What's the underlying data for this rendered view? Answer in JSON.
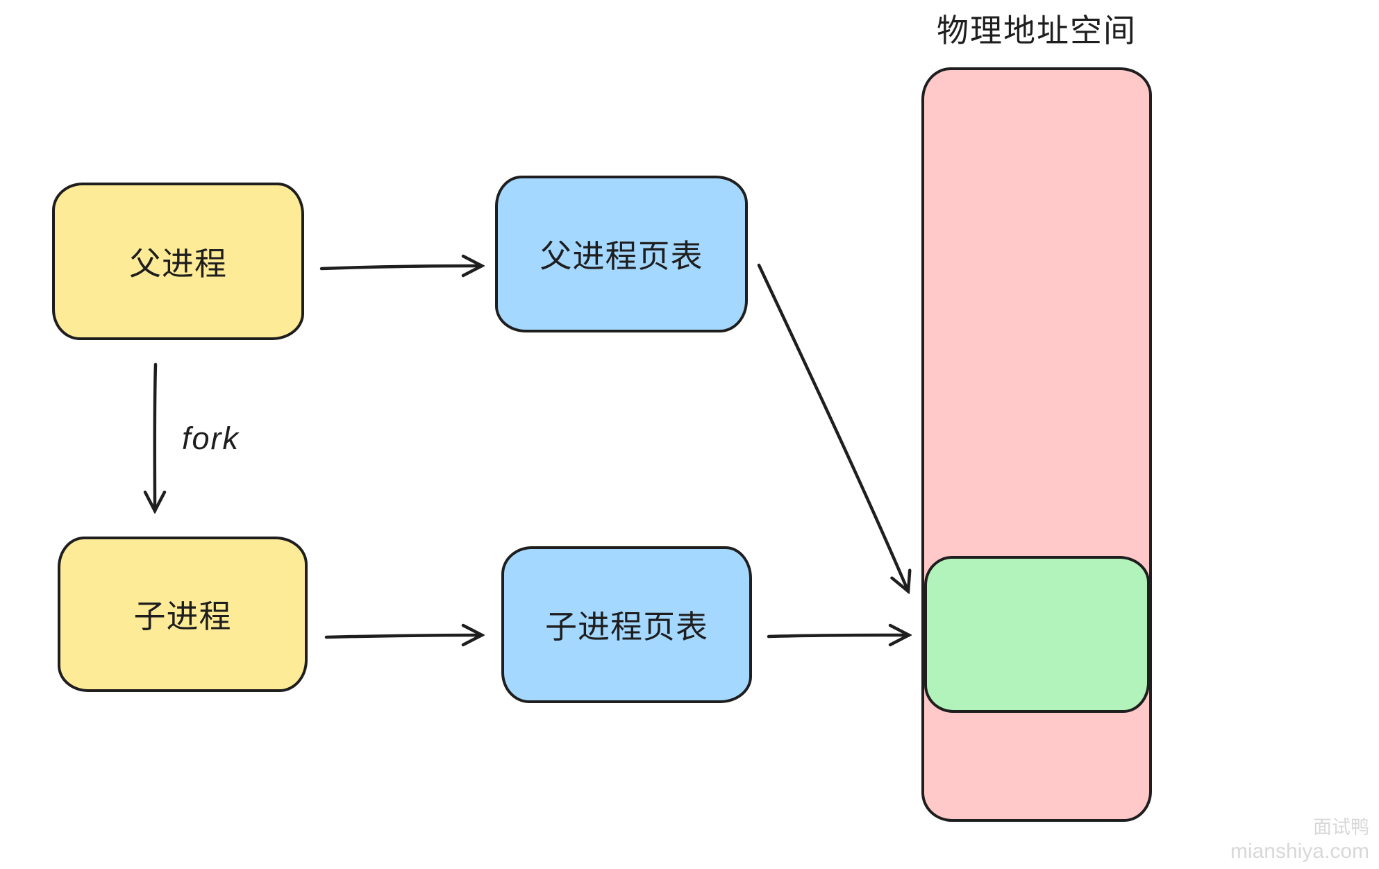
{
  "diagram": {
    "title": "物理地址空间",
    "nodes": {
      "parent_process": {
        "label": "父进程"
      },
      "child_process": {
        "label": "子进程"
      },
      "parent_page_table": {
        "label": "父进程页表"
      },
      "child_page_table": {
        "label": "子进程页表"
      },
      "physical_space": {
        "label": "物理地址空间"
      },
      "shared_page": {
        "label": ""
      }
    },
    "edges": {
      "fork_label": "fork",
      "parent_to_parent_table": "父进程 → 父进程页表",
      "parent_to_child": "父进程 → 子进程 (fork)",
      "child_to_child_table": "子进程 → 子进程页表",
      "parent_table_to_shared_page": "父进程页表 → 共享物理页",
      "child_table_to_shared_page": "子进程页表 → 共享物理页"
    },
    "colors": {
      "process_fill": "#fdeb97",
      "page_table_fill": "#a5d8ff",
      "physical_fill": "#ffc9c9",
      "shared_fill": "#b2f2bb",
      "stroke": "#1e1e1e"
    }
  },
  "watermark": {
    "brand": "面试鸭",
    "site": "mianshiya.com"
  }
}
